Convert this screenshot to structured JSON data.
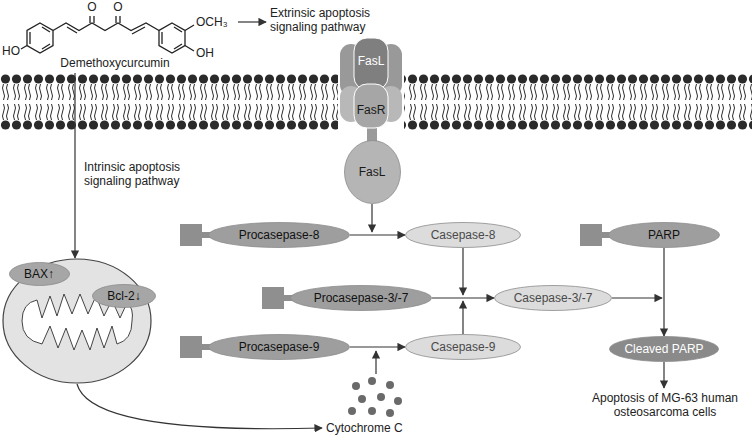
{
  "diagram": {
    "nodes": [
      {
        "text": [
          "Demethoxycurcumin"
        ]
      },
      {
        "text": []
      },
      {
        "text": [
          "BAX↑"
        ],
        "in": 1
      },
      {
        "text": [
          "Bcl-2↓"
        ],
        "in": 1
      },
      {
        "text": [
          "FasL"
        ]
      },
      {
        "text": [
          "FasR"
        ]
      },
      {
        "text": [
          "FasL"
        ]
      },
      {
        "text": [
          "Procasepase-8"
        ]
      },
      {
        "text": [
          "Casepase-8"
        ]
      },
      {
        "text": [
          "PARP"
        ]
      },
      {
        "text": [
          "Procasepase-3/-7"
        ]
      },
      {
        "text": [
          "Casepase-3/-7"
        ]
      },
      {
        "text": [
          "Procasepase-9"
        ]
      },
      {
        "text": [
          "Casepase-9"
        ]
      },
      {
        "text": [
          "Cleaved PARP"
        ]
      }
    ],
    "edges": [
      {
        "from": 0,
        "to": 1,
        "arrow": "to",
        "label": "Intrinsic apoptosis signaling pathway"
      },
      {
        "from": 7,
        "to": 8,
        "arrow": "to"
      },
      {
        "from": 10,
        "to": 11,
        "arrow": "to"
      },
      {
        "from": 12,
        "to": 13,
        "arrow": "to"
      },
      {
        "from": 9,
        "to": 14,
        "arrow": "to"
      }
    ],
    "labels": [
      "Extrinsic apoptosis signaling pathway",
      "O",
      "O",
      "OCH₃",
      "HO",
      "OH",
      "Cytochrome C",
      "Apoptosis of MG-63 human osteosarcoma cells"
    ]
  }
}
